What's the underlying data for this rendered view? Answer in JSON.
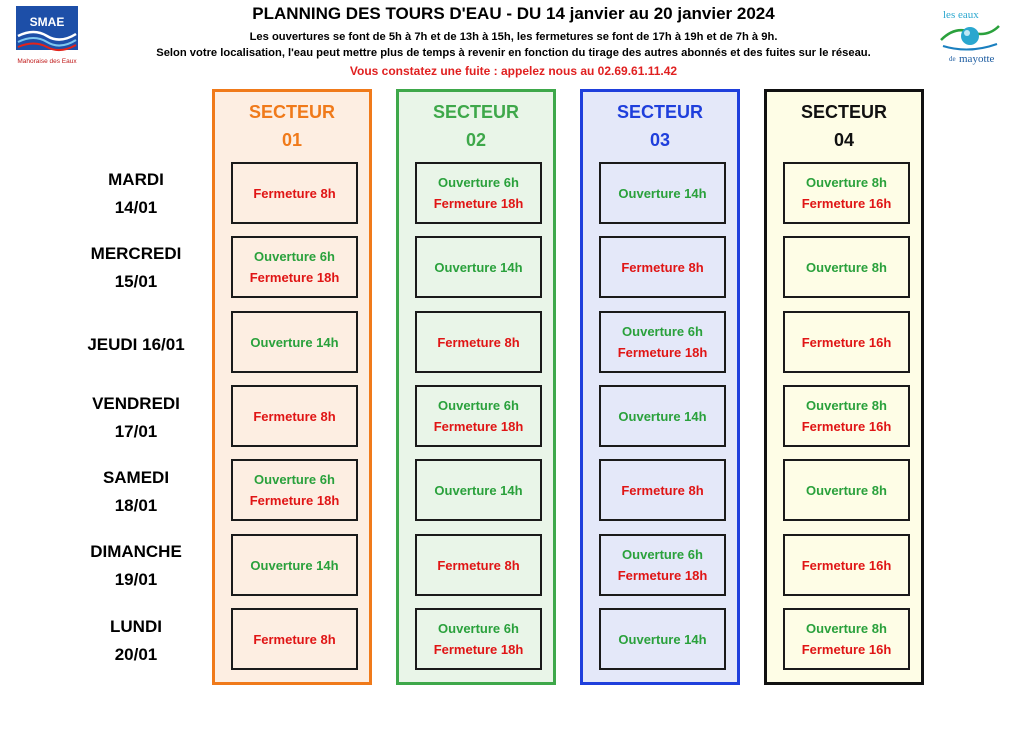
{
  "header": {
    "title": "PLANNING DES TOURS D'EAU - DU 14 janvier au 20 janvier 2024",
    "line1": "Les ouvertures se font de 5h à 7h et de 13h à 15h, les fermetures se font de 17h à 19h et de 7h à 9h.",
    "line2": "Selon votre localisation, l'eau peut mettre plus de temps à revenir en fonction du tirage des autres abonnés et des fuites sur le réseau.",
    "alert": "Vous constatez une fuite : appelez nous au 02.69.61.11.42"
  },
  "logos": {
    "left": {
      "name": "SMAE",
      "tagline": "Mahoraise des Eaux"
    },
    "right": {
      "line1": "les eaux",
      "line2": "de",
      "line3": "mayotte"
    }
  },
  "colors": {
    "open": "#2aa13c",
    "close": "#e01515",
    "sector1": "#f07a1a",
    "sector2": "#3ea84a",
    "sector3": "#1f3fdc",
    "sector4": "#111111"
  },
  "days": [
    {
      "name": "MARDI",
      "date": "14/01"
    },
    {
      "name": "MERCREDI",
      "date": "15/01"
    },
    {
      "name": "JEUDI 16/01",
      "date": ""
    },
    {
      "name": "VENDREDI",
      "date": "17/01"
    },
    {
      "name": "SAMEDI",
      "date": "18/01"
    },
    {
      "name": "DIMANCHE",
      "date": "19/01"
    },
    {
      "name": "LUNDI",
      "date": "20/01"
    }
  ],
  "sectors": [
    {
      "label": "SECTEUR",
      "number": "01",
      "cells": [
        [
          "Fermeture 8h"
        ],
        [
          "Ouverture 6h",
          "Fermeture 18h"
        ],
        [
          "Ouverture 14h"
        ],
        [
          "Fermeture 8h"
        ],
        [
          "Ouverture 6h",
          "Fermeture 18h"
        ],
        [
          "Ouverture 14h"
        ],
        [
          "Fermeture 8h"
        ]
      ]
    },
    {
      "label": "SECTEUR",
      "number": "02",
      "cells": [
        [
          "Ouverture 6h",
          "Fermeture 18h"
        ],
        [
          "Ouverture 14h"
        ],
        [
          "Fermeture 8h"
        ],
        [
          "Ouverture 6h",
          "Fermeture 18h"
        ],
        [
          "Ouverture 14h"
        ],
        [
          "Fermeture 8h"
        ],
        [
          "Ouverture 6h",
          "Fermeture 18h"
        ]
      ]
    },
    {
      "label": "SECTEUR",
      "number": "03",
      "cells": [
        [
          "Ouverture 14h"
        ],
        [
          "Fermeture 8h"
        ],
        [
          "Ouverture 6h",
          "Fermeture 18h"
        ],
        [
          "Ouverture 14h"
        ],
        [
          "Fermeture 8h"
        ],
        [
          "Ouverture 6h",
          "Fermeture 18h"
        ],
        [
          "Ouverture 14h"
        ]
      ]
    },
    {
      "label": "SECTEUR",
      "number": "04",
      "cells": [
        [
          "Ouverture 8h",
          "Fermeture 16h"
        ],
        [
          "Ouverture 8h"
        ],
        [
          "Fermeture 16h"
        ],
        [
          "Ouverture 8h",
          "Fermeture 16h"
        ],
        [
          "Ouverture 8h"
        ],
        [
          "Fermeture 16h"
        ],
        [
          "Ouverture 8h",
          "Fermeture 16h"
        ]
      ]
    }
  ]
}
